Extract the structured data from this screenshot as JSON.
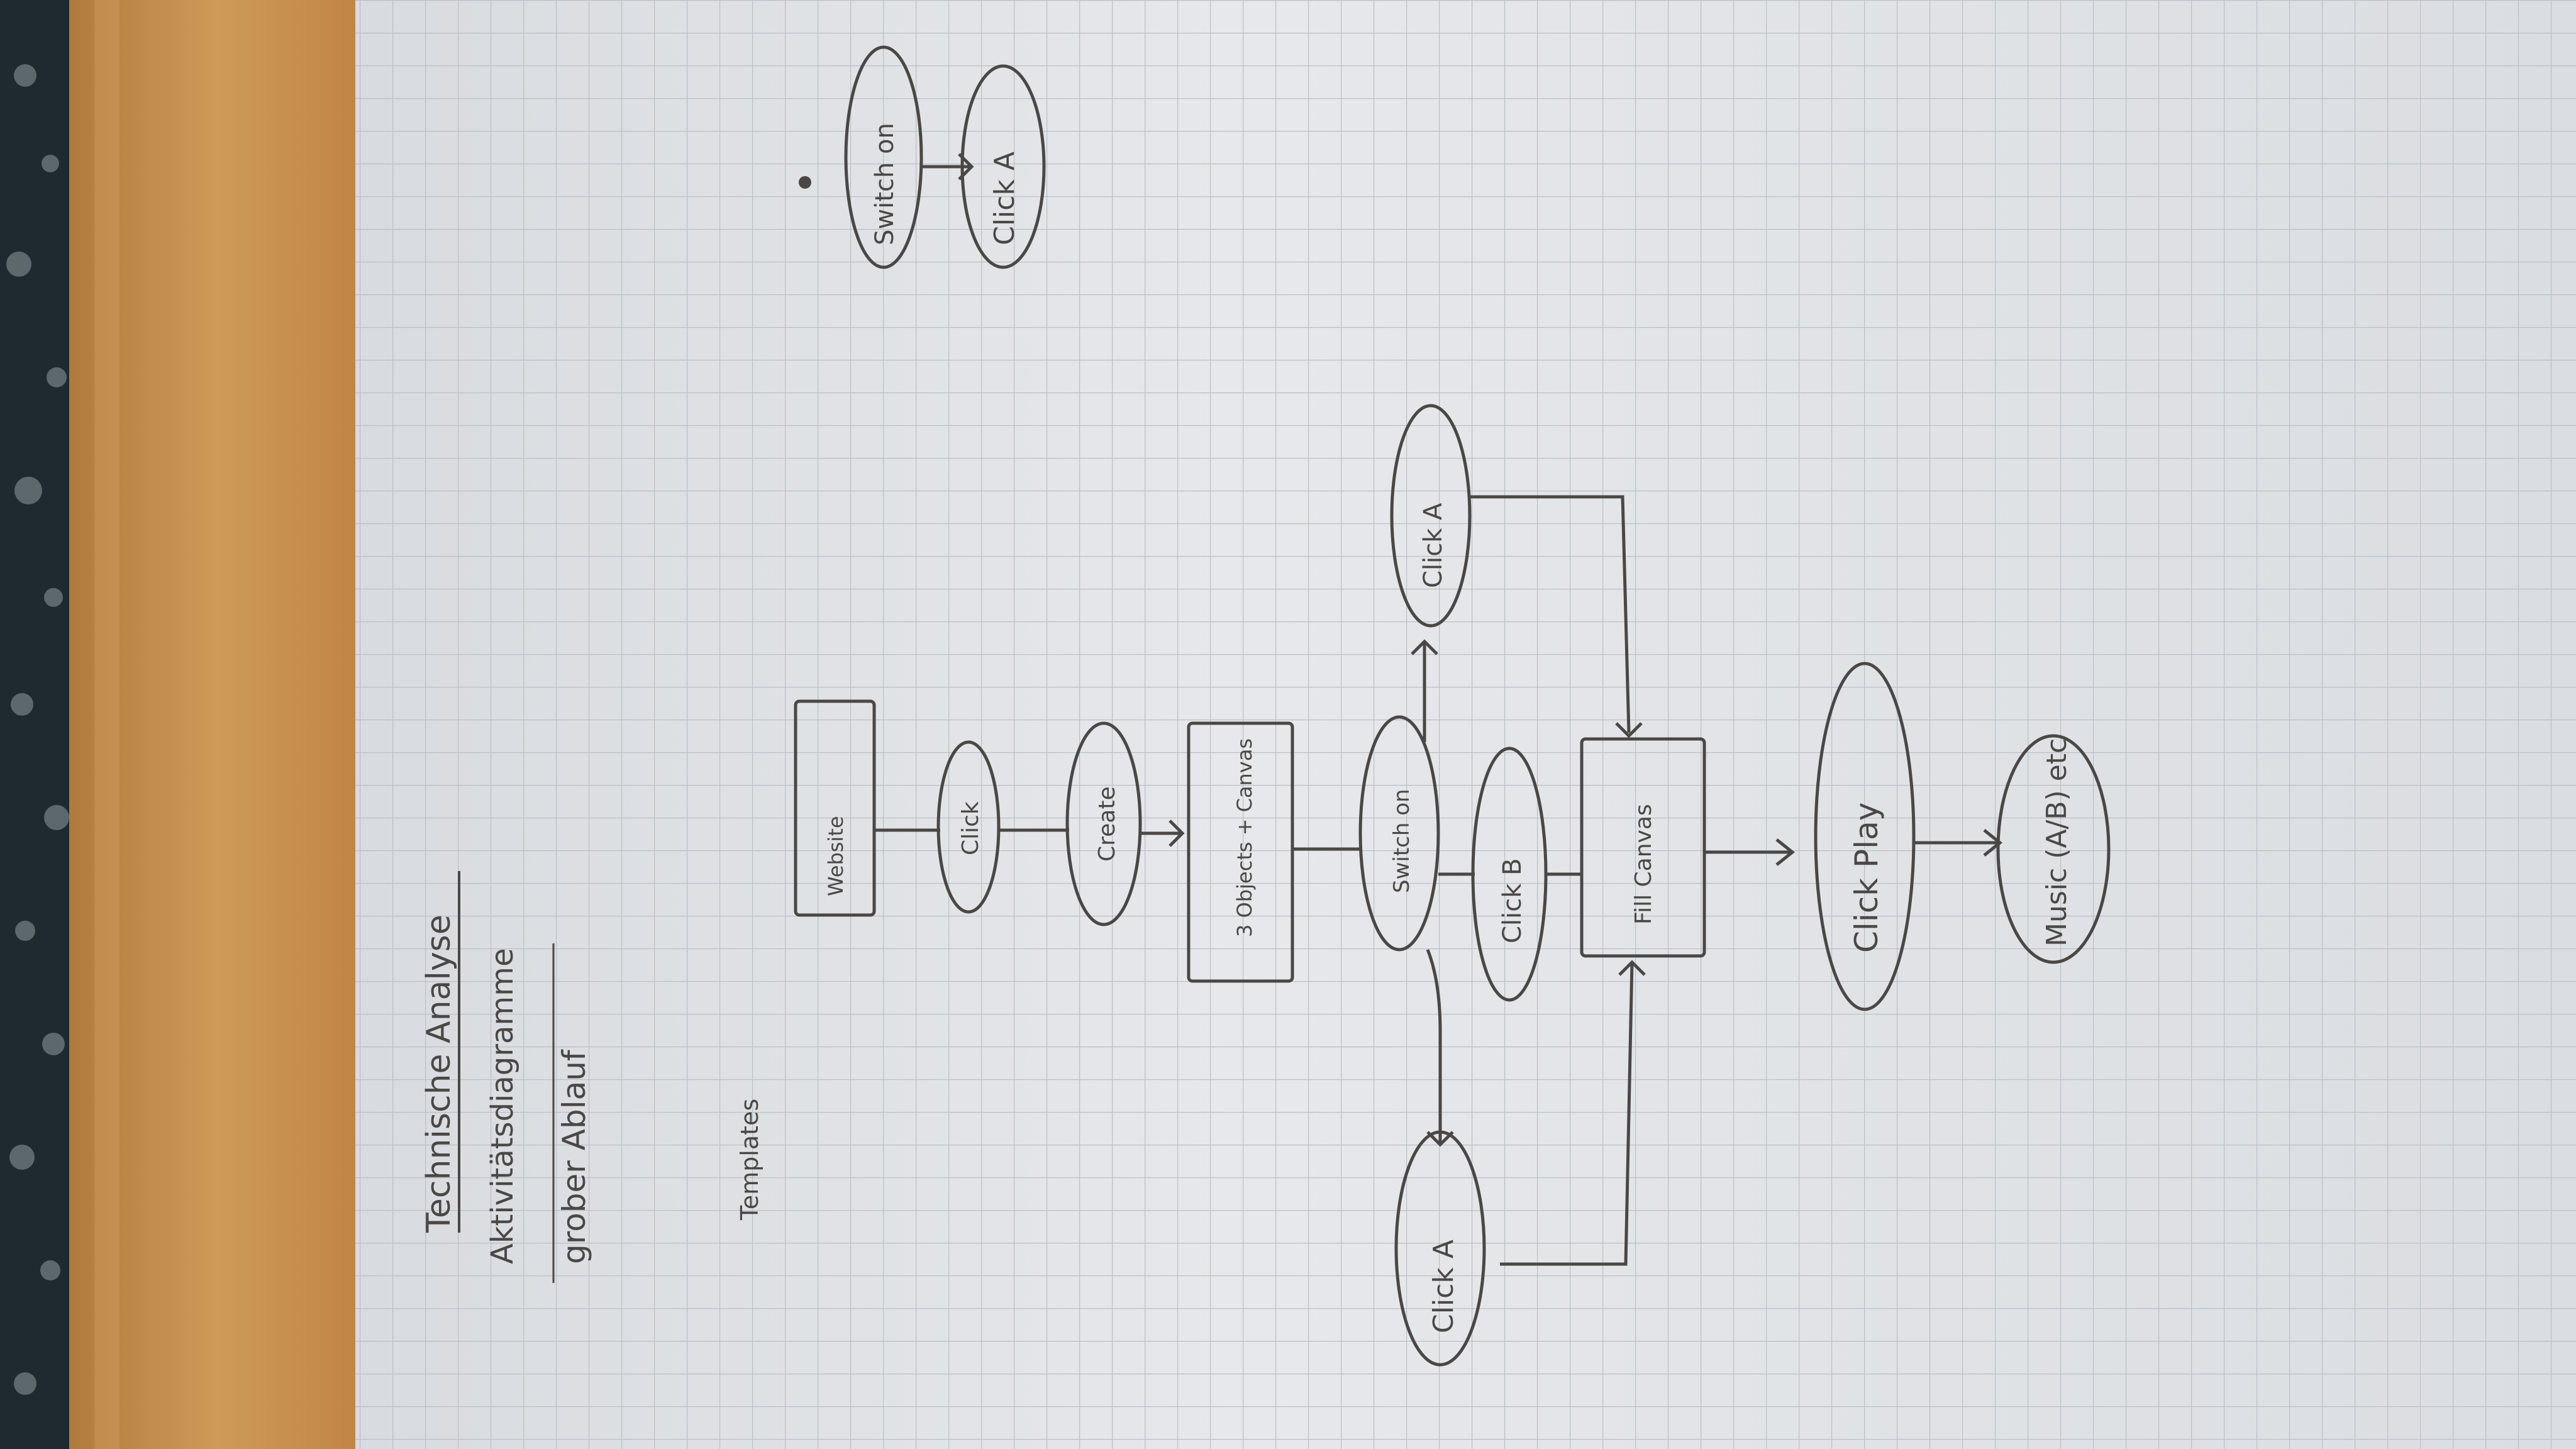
{
  "heading": {
    "title": "Technische Analyse",
    "subtitle": "Aktivitätsdiagramme",
    "note": "grober Ablauf",
    "side_note": "Templates"
  },
  "flow": {
    "start": "Website",
    "click_1": "Click",
    "create": "Create",
    "objects": "3 Objects + Canvas",
    "switch_on": "Switch on",
    "click_a_left": "Click A",
    "click_b": "Click B",
    "click_a_right": "Click A",
    "fill_canvas": "Fill Canvas",
    "click_play": "Click Play",
    "music": "Music (A/B) etc"
  },
  "mini_flow": {
    "switch_on": "Switch on",
    "click_a": "Click A"
  },
  "colors": {
    "paper": "#e3e5e8",
    "grid": "#b9c0c8",
    "pencil": "#4a4744",
    "wood": "#c8904e",
    "background_cloth": "#1f2a30"
  }
}
